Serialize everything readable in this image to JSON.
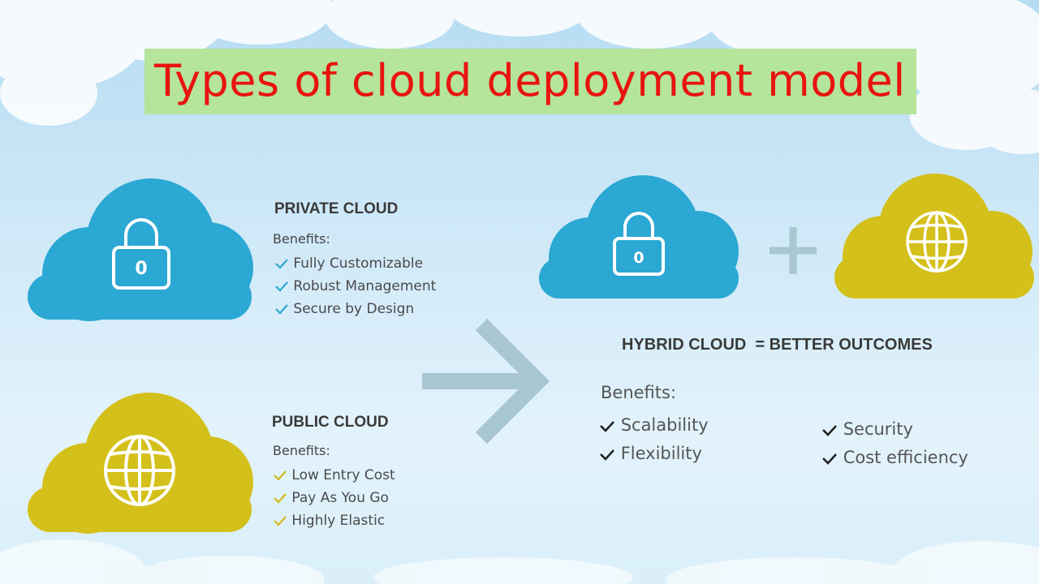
{
  "title": "Types of cloud deployment model",
  "colors": {
    "title_bg": "#b5e49b",
    "title_text": "#e8140f",
    "blue_cloud": "#2ba8d3",
    "yellow_cloud": "#d4c01a",
    "arrow": "#a9c6d3"
  },
  "private_cloud": {
    "heading": "PRIVATE CLOUD",
    "benefits_label": "Benefits:",
    "icon": "lock-icon",
    "benefits": [
      "Fully Customizable",
      "Robust Management",
      "Secure by Design"
    ]
  },
  "public_cloud": {
    "heading": "PUBLIC CLOUD",
    "benefits_label": "Benefits:",
    "icon": "globe-icon",
    "benefits": [
      "Low Entry Cost",
      "Pay As You Go",
      "Highly Elastic"
    ]
  },
  "hybrid_cloud": {
    "heading": "HYBRID CLOUD  = BETTER OUTCOMES",
    "benefits_label": "Benefits:",
    "benefits_left": [
      "Scalability",
      "Flexibility"
    ],
    "benefits_right": [
      "Security",
      "Cost efficiency"
    ]
  }
}
